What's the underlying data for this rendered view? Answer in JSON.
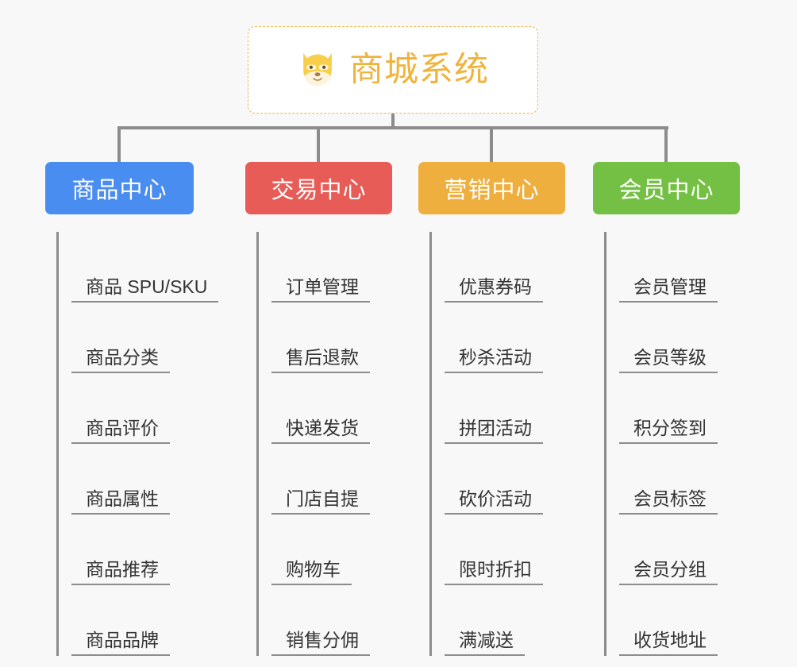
{
  "root": {
    "title": "商城系统",
    "icon": "dog-face-icon",
    "border_color": "#f0b849",
    "text_color": "#f0b33c",
    "background": "#ffffff"
  },
  "canvas": {
    "background": "#f8f8f8",
    "connector_color": "#8c8c8c"
  },
  "columns": [
    {
      "category": "商品中心",
      "color": "#4a8df0",
      "items": [
        "商品 SPU/SKU",
        "商品分类",
        "商品评价",
        "商品属性",
        "商品推荐",
        "商品品牌"
      ]
    },
    {
      "category": "交易中心",
      "color": "#e85c57",
      "items": [
        "订单管理",
        "售后退款",
        "快递发货",
        "门店自提",
        "购物车",
        "销售分佣"
      ]
    },
    {
      "category": "营销中心",
      "color": "#eeaf3e",
      "items": [
        "优惠券码",
        "秒杀活动",
        "拼团活动",
        "砍价活动",
        "限时折扣",
        "满减送"
      ]
    },
    {
      "category": "会员中心",
      "color": "#74c044",
      "items": [
        "会员管理",
        "会员等级",
        "积分签到",
        "会员标签",
        "会员分组",
        "收货地址"
      ]
    }
  ]
}
